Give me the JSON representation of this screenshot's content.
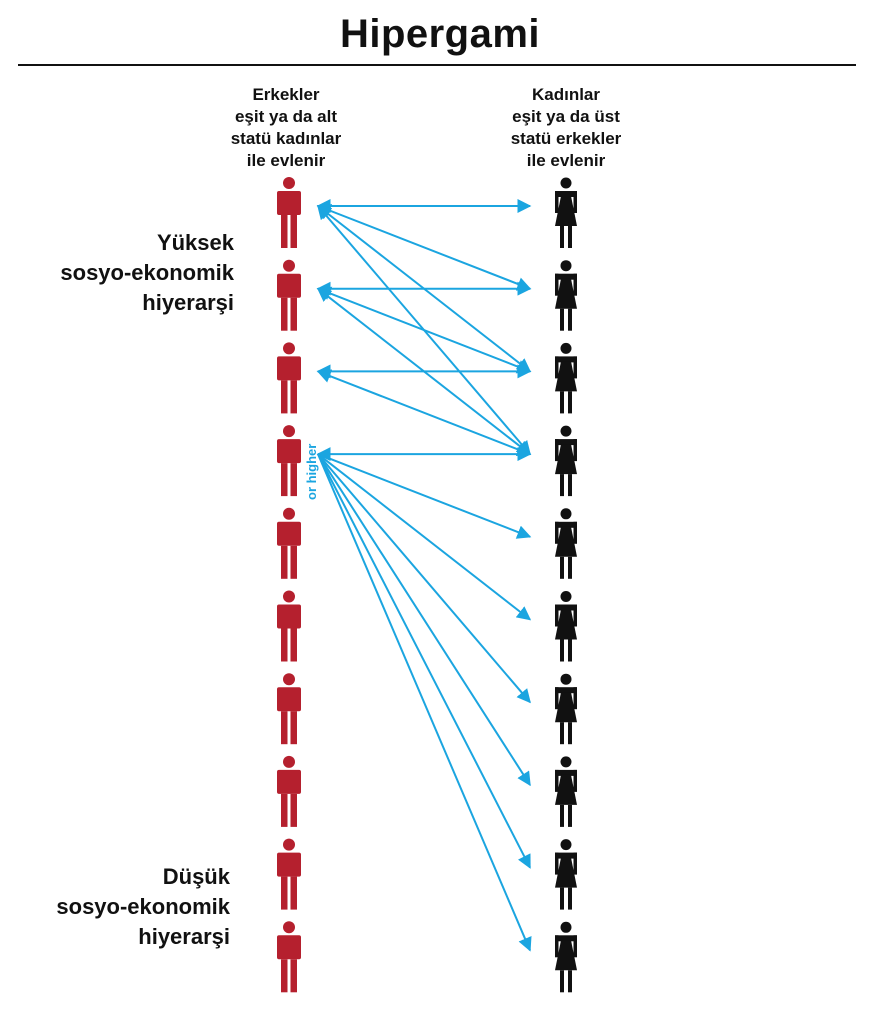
{
  "title": "Hipergami",
  "men_heading": [
    "Erkekler",
    "eşit ya da alt",
    "statü kadınlar",
    "ile evlenir"
  ],
  "women_heading": [
    "Kadınlar",
    "eşit ya da üst",
    "statü erkekler",
    "ile evlenir"
  ],
  "high_label": [
    "Yüksek",
    "sosyo-ekonomik",
    "hiyerarşi"
  ],
  "low_label": [
    "Düşük",
    "sosyo-ekonomik",
    "hiyerarşi"
  ],
  "arrow_note": "or higher",
  "colors": {
    "men": "#b5202e",
    "women": "#111111",
    "arrows": "#1ba5e0",
    "text": "#111111"
  },
  "icons": {
    "men": "man-figure-icon",
    "women": "woman-figure-icon"
  },
  "levels": 10,
  "links": [
    {
      "man": 1,
      "women": [
        1,
        2,
        3,
        4
      ]
    },
    {
      "man": 2,
      "women": [
        2,
        3,
        4
      ]
    },
    {
      "man": 3,
      "women": [
        3,
        4
      ]
    },
    {
      "man": 4,
      "women": [
        4,
        5,
        6,
        7,
        8,
        9,
        10
      ]
    }
  ]
}
